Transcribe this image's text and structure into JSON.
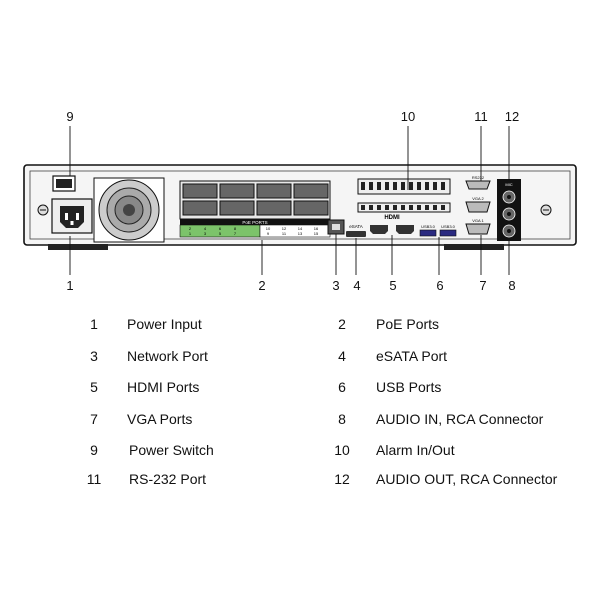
{
  "device": {
    "poe_header": "PoE PORTS",
    "poe_port_numbers": [
      "1",
      "2",
      "3",
      "4",
      "5",
      "6",
      "7",
      "8",
      "9",
      "10",
      "11",
      "12",
      "13",
      "14",
      "15",
      "16"
    ],
    "esata_label": "eSATA",
    "hdmi_logo": "HDMI",
    "usb_labels": [
      "USB3.0",
      "USB3.0"
    ],
    "rs232_label": "RS232",
    "vga_labels": [
      "VGA 2",
      "VGA 1"
    ],
    "audio_label": "MIC"
  },
  "callouts": [
    "1",
    "2",
    "3",
    "4",
    "5",
    "6",
    "7",
    "8",
    "9",
    "10",
    "11",
    "12"
  ],
  "legend": [
    {
      "num": "1",
      "label": "Power Input"
    },
    {
      "num": "2",
      "label": "PoE Ports"
    },
    {
      "num": "3",
      "label": "Network Port"
    },
    {
      "num": "4",
      "label": "eSATA Port"
    },
    {
      "num": "5",
      "label": "HDMI Ports"
    },
    {
      "num": "6",
      "label": "USB Ports"
    },
    {
      "num": "7",
      "label": "VGA Ports"
    },
    {
      "num": "8",
      "label": "AUDIO IN, RCA Connector"
    },
    {
      "num": "9",
      "label": "Power Switch"
    },
    {
      "num": "10",
      "label": "Alarm In/Out"
    },
    {
      "num": "11",
      "label": "RS-232 Port"
    },
    {
      "num": "12",
      "label": "AUDIO OUT, RCA Connector"
    }
  ]
}
